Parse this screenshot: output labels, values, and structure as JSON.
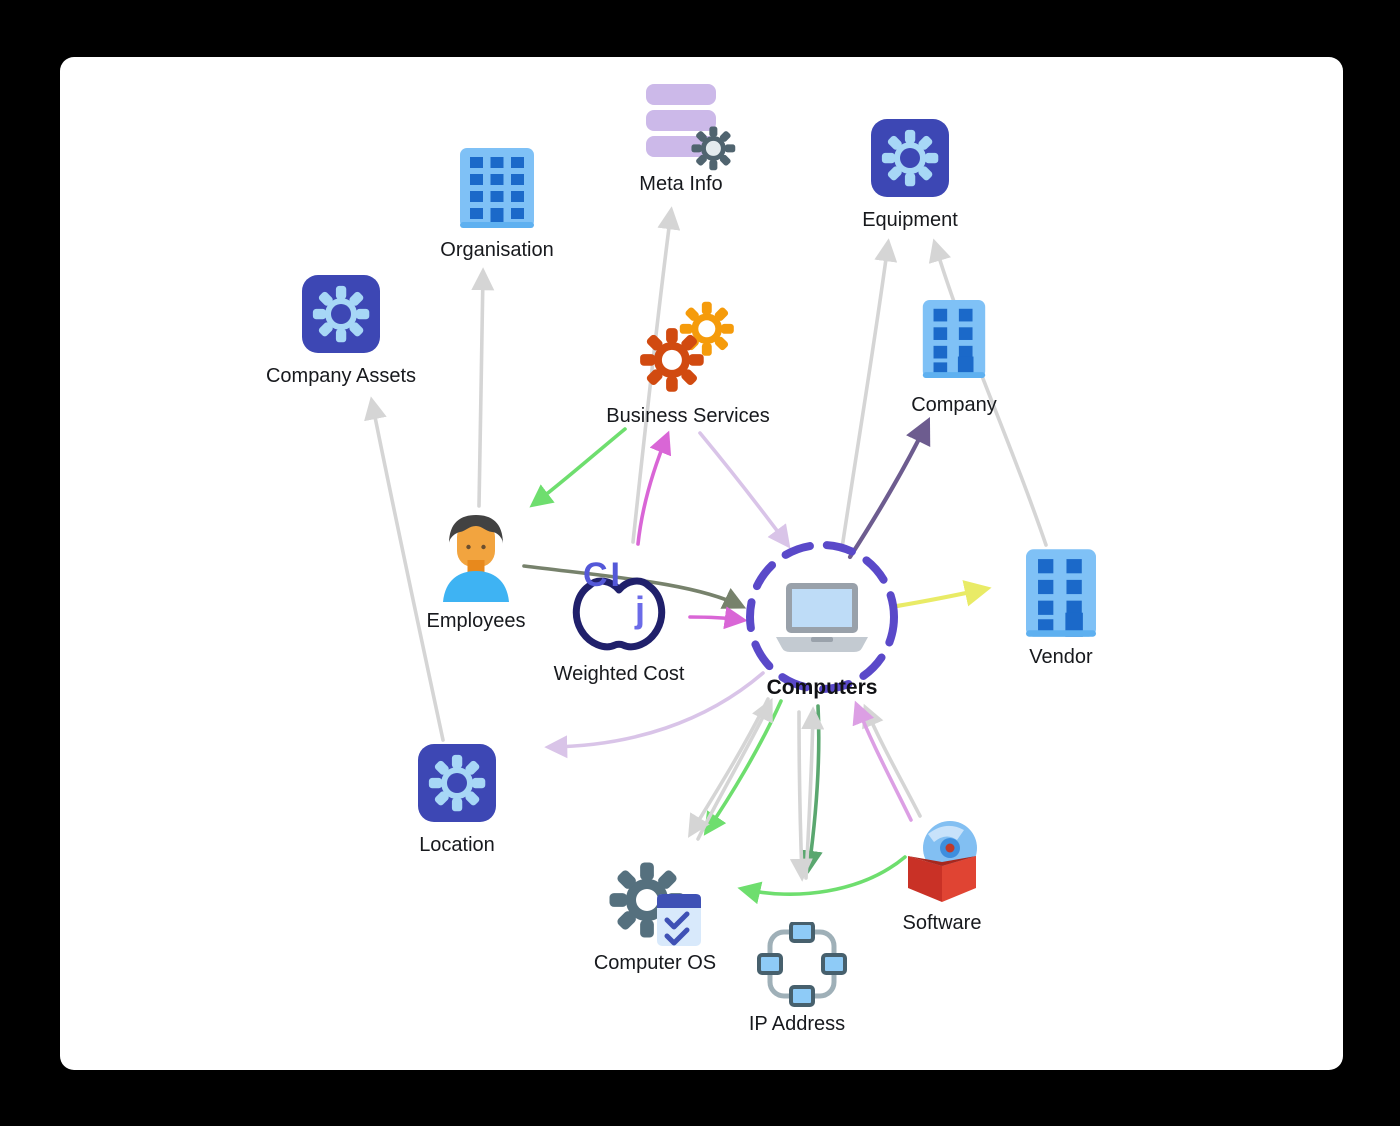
{
  "nodes": [
    {
      "id": "meta-info",
      "label": "Meta Info"
    },
    {
      "id": "organisation",
      "label": "Organisation"
    },
    {
      "id": "equipment",
      "label": "Equipment"
    },
    {
      "id": "company-assets",
      "label": "Company Assets"
    },
    {
      "id": "business-services",
      "label": "Business Services"
    },
    {
      "id": "company",
      "label": "Company"
    },
    {
      "id": "employees",
      "label": "Employees"
    },
    {
      "id": "weighted-cost",
      "label": "Weighted Cost"
    },
    {
      "id": "computers",
      "label": "Computers"
    },
    {
      "id": "vendor",
      "label": "Vendor"
    },
    {
      "id": "location",
      "label": "Location"
    },
    {
      "id": "computer-os",
      "label": "Computer OS"
    },
    {
      "id": "ip-address",
      "label": "IP Address"
    },
    {
      "id": "software",
      "label": "Software"
    }
  ],
  "weighted_cost_glyphs": {
    "top": "CI",
    "inner": "j"
  },
  "colors": {
    "gray": "#d5d5d5",
    "green": "#6ede6e",
    "green_dark": "#5aa76f",
    "magenta": "#d966d6",
    "orchid": "#dc9fe4",
    "lavender": "#d9c4e8",
    "purple": "#6d5c8f",
    "olive": "#77826c",
    "yellow": "#e9eb66",
    "tile_blue": "#3d47b4",
    "gear_light_blue": "#a7d7f6",
    "building_light": "#7fc1f6",
    "building_window": "#1b69c9",
    "dashed_circle_purple": "#5a49c9",
    "meta_stack_purple": "#ccb9e9",
    "slate_gear": "#50646f",
    "business_gear_orange": "#f59b0b",
    "business_gear_red": "#d14a10",
    "software_box_red": "#d63c2d",
    "apple_outline_navy": "#20206b",
    "ci_letters_purple": "#5458d8"
  },
  "edges": [
    {
      "from": "weighted-cost",
      "to": "meta-info",
      "color": "gray"
    },
    {
      "from": "computers",
      "to": "equipment",
      "color": "gray"
    },
    {
      "from": "vendor",
      "to": "equipment",
      "color": "gray"
    },
    {
      "from": "employees",
      "to": "organisation",
      "color": "gray"
    },
    {
      "from": "location",
      "to": "company-assets",
      "color": "gray"
    },
    {
      "from": "business-services",
      "to": "employees",
      "color": "green"
    },
    {
      "from": "weighted-cost",
      "to": "business-services",
      "color": "magenta"
    },
    {
      "from": "business-services",
      "to": "computers",
      "color": "lavender"
    },
    {
      "from": "employees",
      "to": "computers",
      "color": "olive"
    },
    {
      "from": "weighted-cost",
      "to": "computers",
      "color": "magenta"
    },
    {
      "from": "computers",
      "to": "vendor",
      "color": "yellow"
    },
    {
      "from": "computers",
      "to": "company",
      "color": "purple"
    },
    {
      "from": "computers",
      "to": "location",
      "color": "lavender"
    },
    {
      "from": "computers",
      "to": "computer-os",
      "color": "green"
    },
    {
      "from": "computers",
      "to": "computer-os",
      "color": "gray"
    },
    {
      "from": "computer-os",
      "to": "computers",
      "color": "gray"
    },
    {
      "from": "computers",
      "to": "ip-address",
      "color": "green_dark"
    },
    {
      "from": "computers",
      "to": "ip-address",
      "color": "gray"
    },
    {
      "from": "ip-address",
      "to": "computers",
      "color": "gray"
    },
    {
      "from": "software",
      "to": "computers",
      "color": "gray"
    },
    {
      "from": "software",
      "to": "computers",
      "color": "orchid"
    },
    {
      "from": "software",
      "to": "computer-os",
      "color": "green"
    }
  ]
}
